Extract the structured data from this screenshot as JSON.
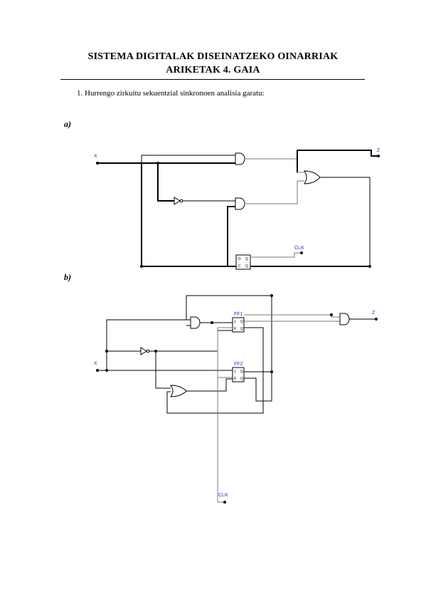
{
  "header": {
    "title_line1": "SISTEMA DIGITALAK DISEINATZEKO OINARRIAK",
    "title_line2": "ARIKETAK 4. GAIA"
  },
  "exercise": {
    "text": "1. Hurrengo zirkuitu sekuentzial sinkronoen analisia garatu:"
  },
  "parts": {
    "a": {
      "label": "a)",
      "input_label": "X",
      "output_label": "Z",
      "clock_label": "CLK"
    },
    "b": {
      "label": "b)",
      "input_label": "X",
      "output_label": "Z",
      "clock_label": "CLK",
      "ff1_label": "FF1",
      "ff2_label": "FF2"
    }
  },
  "icons": [
    "and-gate-icon",
    "or-gate-icon",
    "not-gate-icon",
    "flip-flop-icon"
  ]
}
